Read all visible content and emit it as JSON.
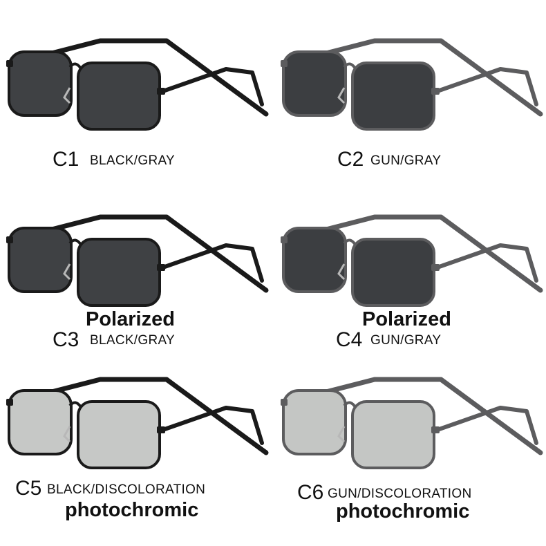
{
  "variants": [
    {
      "code": "C1",
      "description": "BLACK/GRAY",
      "feature": "",
      "frame_color": "#1a1a1a",
      "lens_color": "#3f4144",
      "lens_edge": "#2a2b2d"
    },
    {
      "code": "C2",
      "description": "GUN/GRAY",
      "feature": "",
      "frame_color": "#5c5c5e",
      "lens_color": "#3c3e41",
      "lens_edge": "#4a4b4e"
    },
    {
      "code": "C3",
      "description": "BLACK/GRAY",
      "feature": "Polarized",
      "frame_color": "#1a1a1a",
      "lens_color": "#3f4144",
      "lens_edge": "#2a2b2d"
    },
    {
      "code": "C4",
      "description": "GUN/GRAY",
      "feature": "Polarized",
      "frame_color": "#5c5c5e",
      "lens_color": "#3c3e41",
      "lens_edge": "#4a4b4e"
    },
    {
      "code": "C5",
      "description": "BLACK/DISCOLORATION",
      "feature": "photochromic",
      "frame_color": "#1a1a1a",
      "lens_color": "#c6c8c6",
      "lens_edge": "#9a9c9a"
    },
    {
      "code": "C6",
      "description": "GUN/DISCOLORATION",
      "feature": "photochromic",
      "frame_color": "#5c5c5e",
      "lens_color": "#c4c6c4",
      "lens_edge": "#9a9c9a"
    }
  ]
}
